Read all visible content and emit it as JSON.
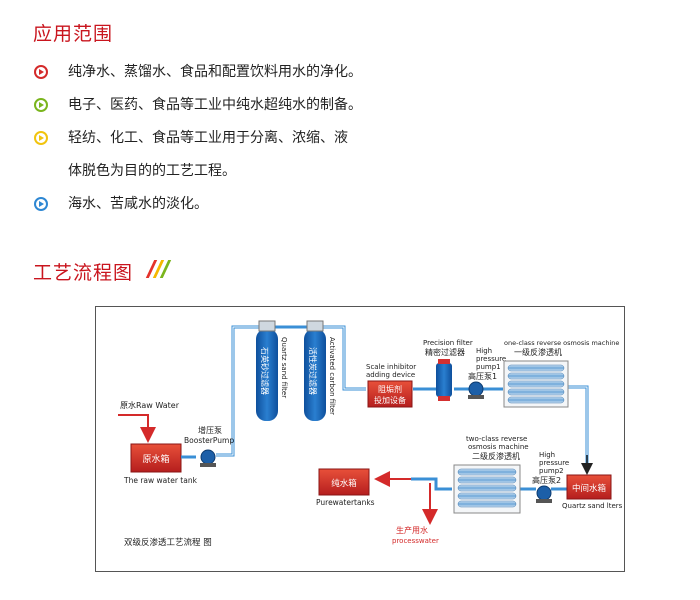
{
  "applications": {
    "title": "应用范围",
    "items": [
      {
        "text": "纯净水、蒸馏水、食品和配置饮料用水的净化。",
        "icon_color": "#d42a2a",
        "icon": "arrow-circle-red-icon"
      },
      {
        "text": "电子、医药、食品等工业中纯水超纯水的制备。",
        "icon_color": "#7ab51d",
        "icon": "arrow-circle-green-icon"
      },
      {
        "text": "轻纺、化工、食品等工业用于分离、浓缩、液",
        "text_cont": "体脱色为目的的工艺工程。",
        "icon_color": "#f1c40f",
        "icon": "arrow-circle-yellow-icon"
      },
      {
        "text": "海水、苦咸水的淡化。",
        "icon_color": "#2e87d3",
        "icon": "arrow-circle-blue-icon"
      }
    ]
  },
  "process": {
    "title": "工艺流程图",
    "slash_colors": [
      "#e4322b",
      "#f5b800",
      "#7ab51d"
    ]
  },
  "diagram": {
    "raw_water": "原水Raw Water",
    "raw_tank": "原水箱",
    "raw_tank_en": "The raw water tank",
    "booster_cn": "增压泵",
    "booster_en": "BoosterPump",
    "sand_filter_cn": "石英砂过滤器",
    "sand_filter_en": "Quartz sand filter",
    "carbon_filter_cn": "活性炭过滤器",
    "carbon_filter_en": "Activated carbon filter",
    "scale_en_1": "Scale inhibitor",
    "scale_en_2": "adding device",
    "scale_cn_1": "阻垢剂",
    "scale_cn_2": "投加设备",
    "precision_en": "Precision filter",
    "precision_cn": "精密过滤器",
    "hp1_en_1": "High",
    "hp1_en_2": "pressure",
    "hp1_en_3": "pump1",
    "hp1_cn": "高压泵1",
    "ro1_en": "one-class reverse osmosis machine",
    "ro1_cn": "一级反渗透机",
    "ro2_en_1": "two-class reverse",
    "ro2_en_2": "osmosis machine",
    "ro2_cn": "二级反渗透机",
    "hp2_en_1": "High",
    "hp2_en_2": "pressure",
    "hp2_en_3": "pump2",
    "hp2_cn": "高压泵2",
    "mid_tank": "中间水箱",
    "mid_tank_en": "Quartz sand lters",
    "pure_tank": "纯水箱",
    "pure_tank_en": "Purewatertanks",
    "product_cn": "生产用水",
    "product_en": "processwater",
    "caption": "双级反渗透工艺流程 图",
    "accent_red": "#d42a2a",
    "pipe_blue": "#3a8fd6"
  }
}
